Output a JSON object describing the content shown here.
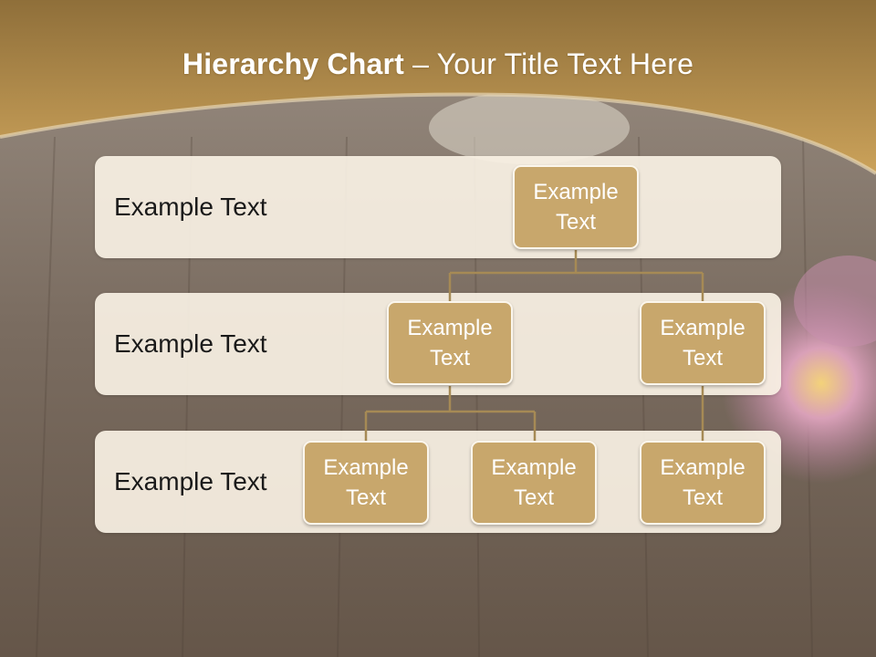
{
  "slide": {
    "title_bold": "Hierarchy Chart",
    "title_rest": " – Your Title Text Here"
  },
  "levels": [
    {
      "label": "Example Text"
    },
    {
      "label": "Example Text"
    },
    {
      "label": "Example Text"
    }
  ],
  "nodes": {
    "root": "Example Text",
    "l2_left": "Example Text",
    "l2_right": "Example Text",
    "l3_a": "Example Text",
    "l3_b": "Example Text",
    "l3_c": "Example Text"
  },
  "colors": {
    "header_gold": "#c79d55",
    "node_fill": "#c8a76c",
    "node_border": "#fbf6ec",
    "band_fill": "#f8f1e4",
    "connector": "#a68a55",
    "wood": "#6e5f53"
  }
}
